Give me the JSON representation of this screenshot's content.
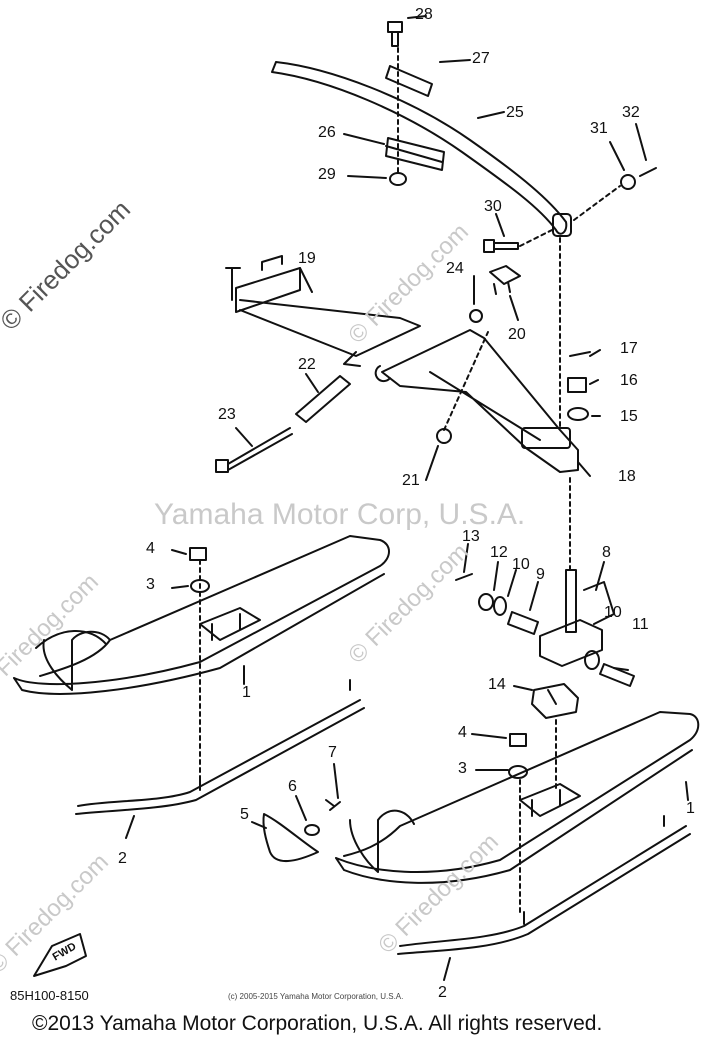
{
  "watermarks": {
    "firedog": "© Firedog.com",
    "corp": "Yamaha Motor Corp, U.S.A."
  },
  "diagram": {
    "part_labels": [
      "28",
      "27",
      "25",
      "26",
      "29",
      "31",
      "32",
      "30",
      "19",
      "24",
      "20",
      "17",
      "16",
      "15",
      "22",
      "23",
      "21",
      "18",
      "13",
      "12",
      "10",
      "9",
      "8",
      "4",
      "3",
      "1",
      "11",
      "14",
      "7",
      "6",
      "5",
      "2"
    ],
    "fwd_label": "FWD",
    "drawing_number": "85H100-8150",
    "small_copyright": "(c) 2005-2015 Yamaha Motor Corporation, U.S.A.",
    "footer_copyright": "©2013 Yamaha Motor Corporation, U.S.A. All rights reserved."
  },
  "colors": {
    "ink": "#111111",
    "watermark": "#c9c9c9",
    "background": "#ffffff"
  }
}
